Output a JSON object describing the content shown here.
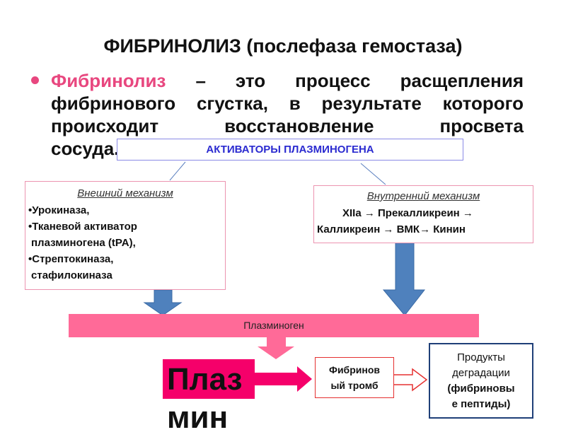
{
  "title": "ФИБРИНОЛИЗ  (послефаза гемостаза)",
  "definition": {
    "term": "Фибринолиз",
    "line1_rest": " – это процесс расщепления",
    "line2": "фибринового сгустка, в результате которого",
    "line3": "происходит восстановление просвета",
    "line4": "сосуда."
  },
  "activators": "АКТИВАТОРЫ ПЛАЗМИНОГЕНА",
  "external": {
    "heading": "Внешний механизм",
    "items": [
      "•Урокиназа,",
      "•Тканевой активатор",
      "плазминогена (tPA),",
      "•Стрептокиназа,",
      "стафилокиназа"
    ]
  },
  "internal": {
    "heading": "Внутренний механизм",
    "line1": "XIIa → Прекалликреин →",
    "line2": "Калликреин → ВМК→ Кинин"
  },
  "plasminogen": "Плазминоген",
  "plasmin": "Плазмин",
  "fibrin_clot": {
    "line1": "Фибринов",
    "line2": "ый тромб"
  },
  "products": {
    "line1": "Продукты",
    "line2": "деградации",
    "line3": "(фибриновы",
    "line4": "е пептиды)"
  },
  "colors": {
    "pink": "#ff6a98",
    "magenta": "#f5006a",
    "blue_arrow": "#4f81bd",
    "activator_text": "#2b2bd0"
  }
}
